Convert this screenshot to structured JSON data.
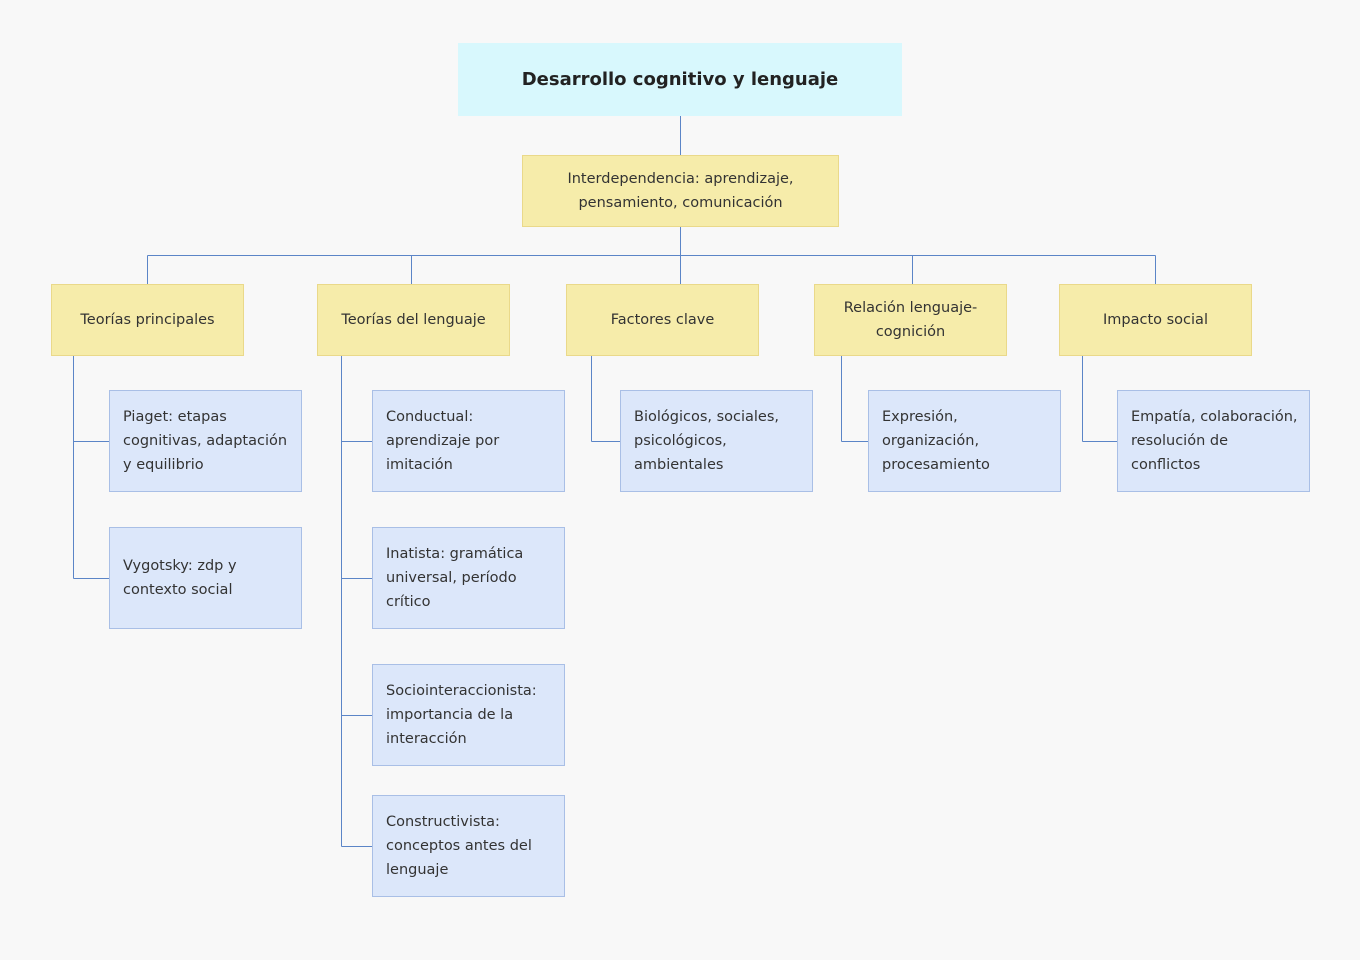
{
  "diagram": {
    "root": {
      "label": "Desarrollo cognitivo y lenguaje"
    },
    "hub": {
      "label": "Interdependencia: aprendizaje, pensamiento, comunicación"
    },
    "branches": [
      {
        "label": "Teorías principales",
        "leaves": [
          "Piaget: etapas cognitivas, adaptación y equilibrio",
          "Vygotsky: zdp y contexto social"
        ]
      },
      {
        "label": "Teorías del lenguaje",
        "leaves": [
          "Conductual: aprendizaje por imitación",
          "Inatista: gramática universal, período crítico",
          "Sociointeraccionista: importancia de la interacción",
          "Constructivista: conceptos antes del lenguaje"
        ]
      },
      {
        "label": "Factores clave",
        "leaves": [
          "Biológicos, sociales, psicológicos, ambientales"
        ]
      },
      {
        "label": "Relación lenguaje-cognición",
        "leaves": [
          "Expresión, organización, procesamiento"
        ]
      },
      {
        "label": "Impacto social",
        "leaves": [
          "Empatía, colaboración, resolución de conflictos"
        ]
      }
    ],
    "colors": {
      "root_fill": "#d8f8fd",
      "branch_fill": "#f6ecaa",
      "leaf_fill": "#dce7fa",
      "connector": "#5b85c7"
    }
  }
}
